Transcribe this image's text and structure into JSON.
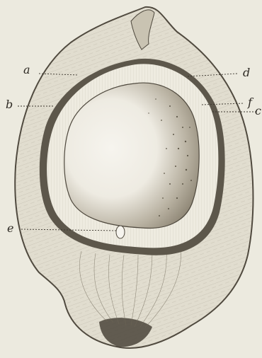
{
  "figure": {
    "labels": {
      "a": "a",
      "b": "b",
      "c": "c",
      "d": "d",
      "e": "e",
      "f": "f"
    },
    "colors": {
      "paper": "#eceadf",
      "ink": "#2e2a24",
      "husk_fill": "#e1ddcf",
      "shell": "#5d574b",
      "meat_fill": "#eeebe0",
      "cavity_fill": "#f4f2ea",
      "stipple": "#6a6354"
    }
  }
}
